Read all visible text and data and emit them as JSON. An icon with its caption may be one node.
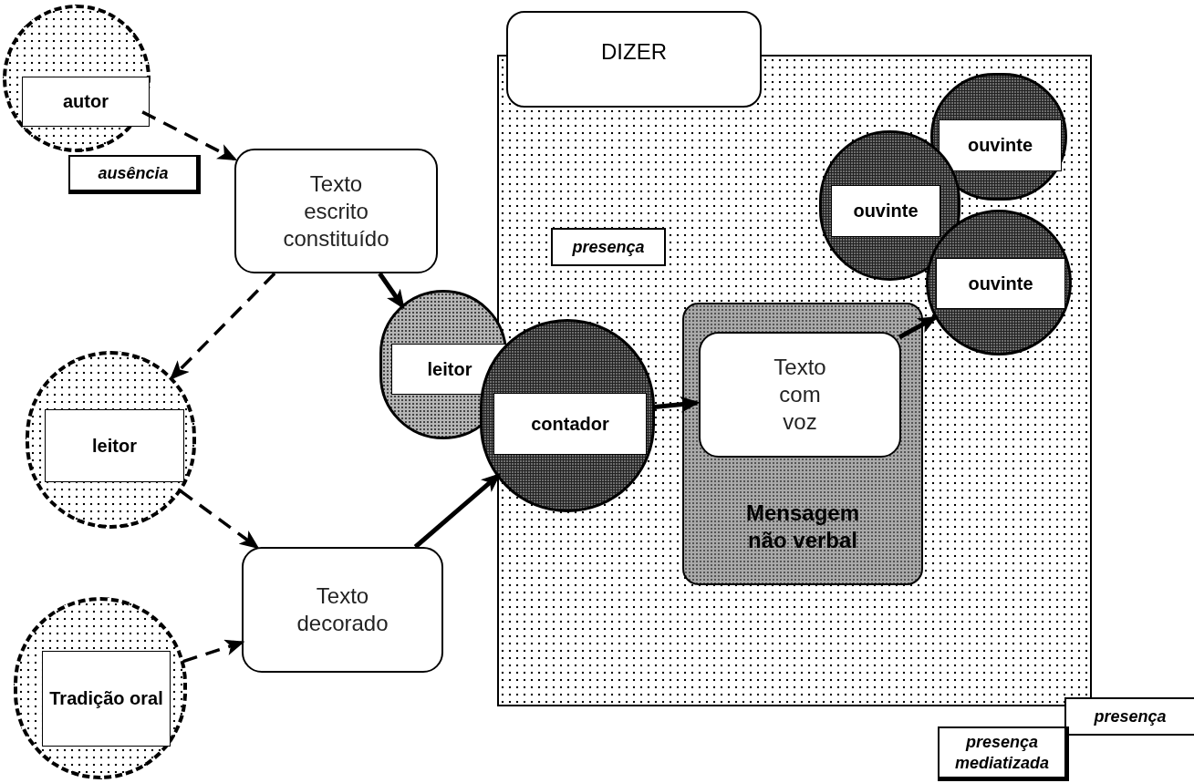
{
  "diagram": {
    "nodes": [
      {
        "text": [
          "DIZER"
        ]
      },
      {
        "text": [
          "autor"
        ]
      },
      {
        "text": [
          "Texto escrito constituído"
        ]
      },
      {
        "text": [
          "leitor"
        ]
      },
      {
        "text": [
          "Texto decorado"
        ]
      },
      {
        "text": [
          "Tradição oral"
        ]
      },
      {
        "text": [
          "leitor"
        ]
      },
      {
        "text": [
          "contador"
        ]
      },
      {
        "text": [
          "presença"
        ],
        "in": 0
      },
      {
        "text": [
          "Mensagem não verbal"
        ],
        "in": 0
      },
      {
        "text": [
          "Texto com voz"
        ],
        "in": 9
      },
      {
        "text": [
          "ouvinte"
        ],
        "in": 0
      },
      {
        "text": [
          "ouvinte"
        ],
        "in": 0
      },
      {
        "text": [
          "ouvinte"
        ],
        "in": 0
      },
      {
        "text": [
          "ausência"
        ]
      },
      {
        "text": [
          "presença"
        ]
      },
      {
        "text": [
          "presença mediatizada"
        ]
      }
    ],
    "edges": [
      {
        "from": 1,
        "to": 2,
        "arrow": "to",
        "style": "dashed"
      },
      {
        "from": 2,
        "to": 3,
        "arrow": "to",
        "style": "dashed"
      },
      {
        "from": 3,
        "to": 4,
        "arrow": "to",
        "style": "dashed"
      },
      {
        "from": 5,
        "to": 4,
        "arrow": "to",
        "style": "dashed"
      },
      {
        "from": 2,
        "to": 6,
        "arrow": "to"
      },
      {
        "from": 4,
        "to": 7,
        "arrow": "to"
      },
      {
        "from": 7,
        "to": 10,
        "arrow": "to"
      },
      {
        "from": 10,
        "to": 13,
        "arrow": "to"
      }
    ]
  }
}
